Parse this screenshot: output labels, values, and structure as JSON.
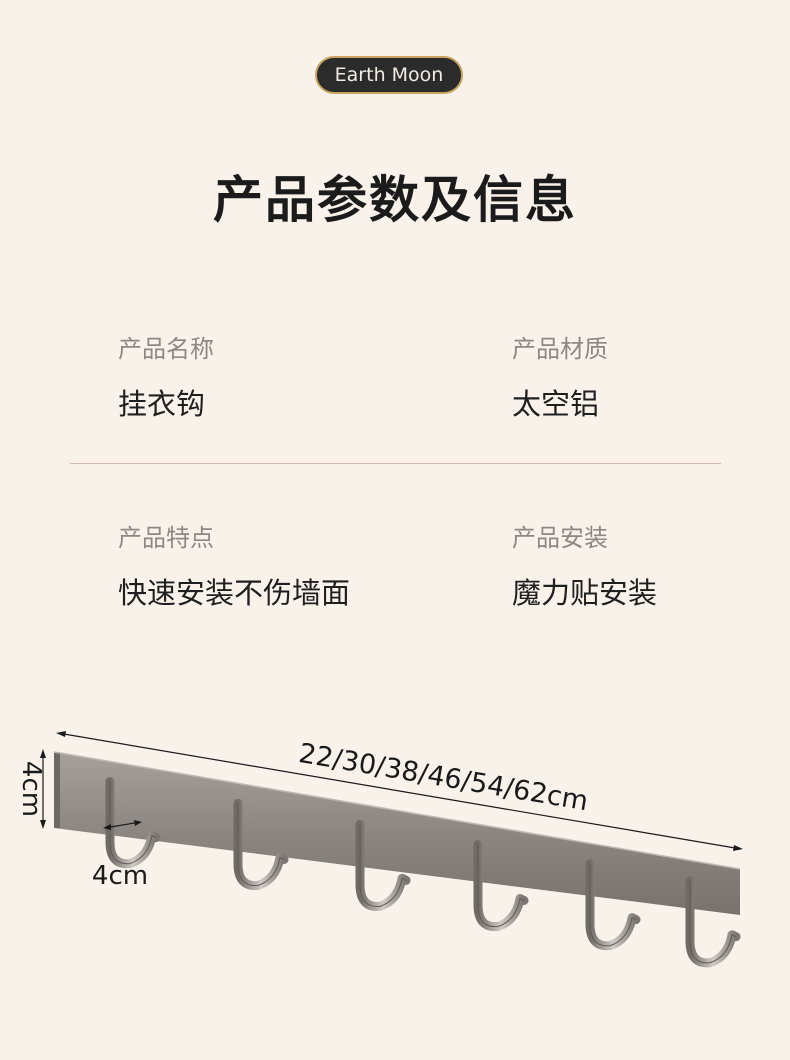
{
  "brand": "Earth Moon",
  "title": "产品参数及信息",
  "specs": [
    {
      "label": "产品名称",
      "value": "挂衣钩"
    },
    {
      "label": "产品材质",
      "value": "太空铝"
    },
    {
      "label": "产品特点",
      "value": "快速安装不伤墙面"
    },
    {
      "label": "产品安装",
      "value": "魔力贴安装"
    }
  ],
  "dimensions": {
    "length": "22/30/38/46/54/62cm",
    "height": "4cm",
    "hook_width": "4cm"
  },
  "colors": {
    "background": "#f8f2eb",
    "brand_badge": "#2b2b2b",
    "brand_border": "#c9a45e",
    "product_metal": "#8a8581"
  }
}
